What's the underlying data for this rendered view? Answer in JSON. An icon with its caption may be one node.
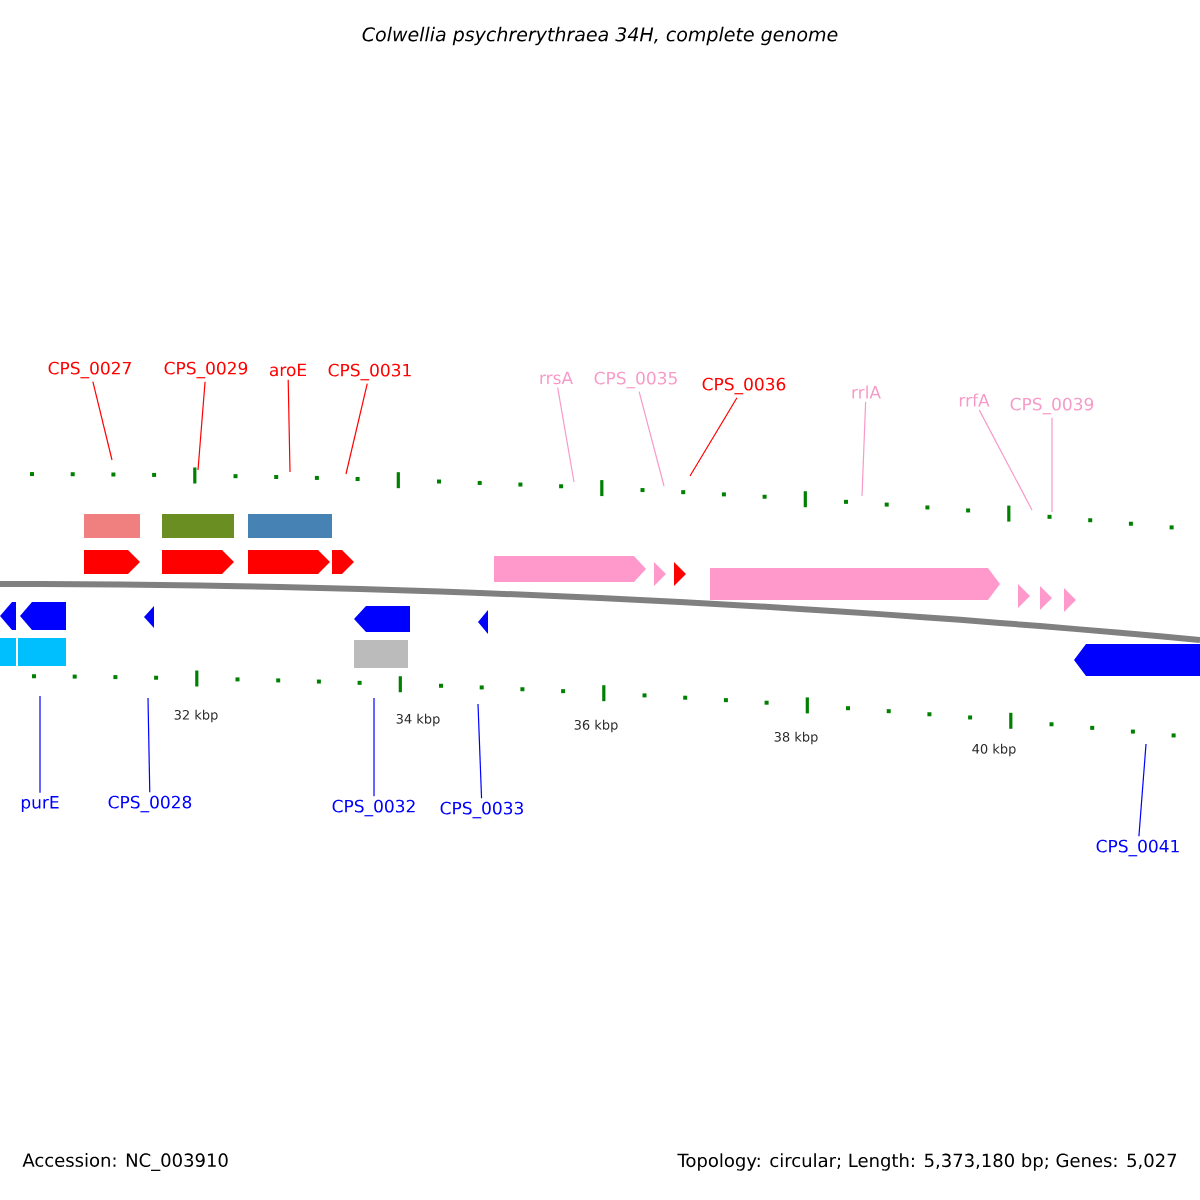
{
  "diagram": {
    "title": "Colwellia psychrerythraea 34H, complete genome",
    "nodes": [
      {
        "text": [
          "CPS_0027"
        ]
      },
      {
        "text": [
          "CPS_0029"
        ]
      },
      {
        "text": [
          "aroE"
        ]
      },
      {
        "text": [
          "CPS_0031"
        ]
      },
      {
        "text": [
          "rrsA"
        ]
      },
      {
        "text": [
          "CPS_0035"
        ]
      },
      {
        "text": [
          "CPS_0036"
        ]
      },
      {
        "text": [
          "rrlA"
        ]
      },
      {
        "text": [
          "rrfA"
        ]
      },
      {
        "text": [
          "CPS_0039"
        ]
      },
      {
        "text": [
          "purE"
        ]
      },
      {
        "text": [
          "CPS_0028"
        ]
      },
      {
        "text": [
          "CPS_0032"
        ]
      },
      {
        "text": [
          "CPS_0033"
        ]
      },
      {
        "text": [
          "CPS_0041"
        ]
      }
    ],
    "edges": [
      {
        "from": 0,
        "to": null,
        "arrow": "none",
        "color": "#ff0000"
      },
      {
        "from": 1,
        "to": null,
        "arrow": "none",
        "color": "#ff0000"
      },
      {
        "from": 2,
        "to": null,
        "arrow": "none",
        "color": "#ff0000"
      },
      {
        "from": 3,
        "to": null,
        "arrow": "none",
        "color": "#ff0000"
      },
      {
        "from": 4,
        "to": null,
        "arrow": "none",
        "color": "#f79ac8"
      },
      {
        "from": 5,
        "to": null,
        "arrow": "none",
        "color": "#f79ac8"
      },
      {
        "from": 6,
        "to": null,
        "arrow": "none",
        "color": "#ff0000"
      },
      {
        "from": 7,
        "to": null,
        "arrow": "none",
        "color": "#f79ac8"
      },
      {
        "from": 8,
        "to": null,
        "arrow": "none",
        "color": "#f79ac8"
      },
      {
        "from": 9,
        "to": null,
        "arrow": "none",
        "color": "#f79ac8"
      },
      {
        "from": 10,
        "to": null,
        "arrow": "none",
        "color": "#0000ff"
      },
      {
        "from": 11,
        "to": null,
        "arrow": "none",
        "color": "#0000ff"
      },
      {
        "from": 12,
        "to": null,
        "arrow": "none",
        "color": "#0000ff"
      },
      {
        "from": 13,
        "to": null,
        "arrow": "none",
        "color": "#0000ff"
      },
      {
        "from": 14,
        "to": null,
        "arrow": "none",
        "color": "#0000ff"
      }
    ],
    "labels": [
      "32 kbp",
      "34 kbp",
      "36 kbp",
      "38 kbp",
      "40 kbp",
      "Accession: NC_003910",
      "Topology: circular; Length: 5,373,180 bp; Genes: 5,027"
    ]
  }
}
